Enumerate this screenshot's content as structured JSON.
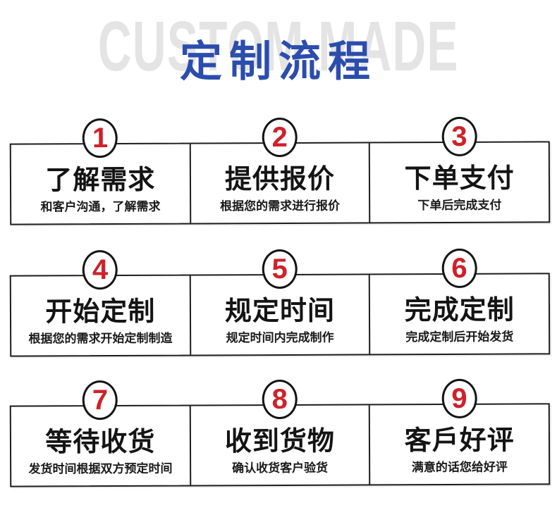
{
  "header": {
    "watermark": "CUSTOM MADE",
    "title": "定制流程"
  },
  "colors": {
    "title_blue": "#2b4dad",
    "watermark_gray": "#e4e4e4",
    "step_number_red": "#cf2128",
    "border_black": "#1c1c1c",
    "background": "#ffffff"
  },
  "steps": [
    {
      "number": "1",
      "title": "了解需求",
      "subtitle": "和客户沟通，了解需求"
    },
    {
      "number": "2",
      "title": "提供报价",
      "subtitle": "根据您的需求进行报价"
    },
    {
      "number": "3",
      "title": "下单支付",
      "subtitle": "下单后完成支付"
    },
    {
      "number": "4",
      "title": "开始定制",
      "subtitle": "根据您的需求开始定制制造"
    },
    {
      "number": "5",
      "title": "规定时间",
      "subtitle": "规定时间内完成制作"
    },
    {
      "number": "6",
      "title": "完成定制",
      "subtitle": "完成定制后开始发货"
    },
    {
      "number": "7",
      "title": "等待收货",
      "subtitle": "发货时间根据双方预定时间"
    },
    {
      "number": "8",
      "title": "收到货物",
      "subtitle": "确认收货客户验货"
    },
    {
      "number": "9",
      "title": "客戶好评",
      "subtitle": "满意的话您给好评"
    }
  ]
}
